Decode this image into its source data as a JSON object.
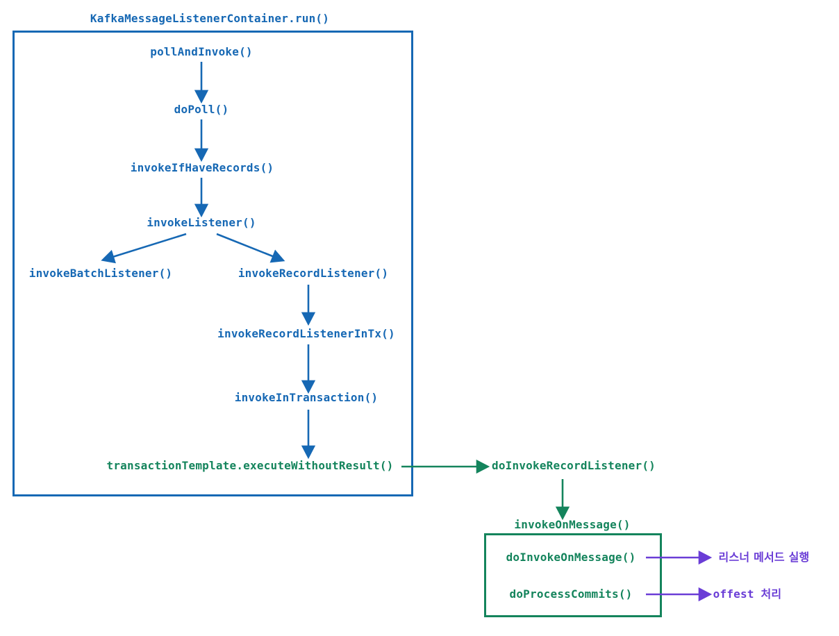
{
  "diagram": {
    "title": "KafkaMessageListenerContainer.run()",
    "colors": {
      "blue": "#1668b4",
      "green": "#14845c",
      "purple": "#6a3dd6",
      "background": "#ffffff"
    },
    "container_box_label": "KafkaMessageListenerContainer.run()",
    "nodes": {
      "poll_and_invoke": "pollAndInvoke()",
      "do_poll": "doPoll()",
      "invoke_if_have_records": "invokeIfHaveRecords()",
      "invoke_listener": "invokeListener()",
      "invoke_batch_listener": "invokeBatchListener()",
      "invoke_record_listener": "invokeRecordListener()",
      "invoke_record_listener_in_tx": "invokeRecordListenerInTx()",
      "invoke_in_transaction": "invokeInTransaction()",
      "transaction_template": "transactionTemplate.executeWithoutResult()",
      "do_invoke_record_listener": "doInvokeRecordListener()",
      "invoke_on_message": "invokeOnMessage()",
      "do_invoke_on_message": "doInvokeOnMessage()",
      "do_process_commits": "doProcessCommits()",
      "listener_method_exec": "리스너 메서드 실행",
      "offset_handling": "offest 처리"
    }
  }
}
